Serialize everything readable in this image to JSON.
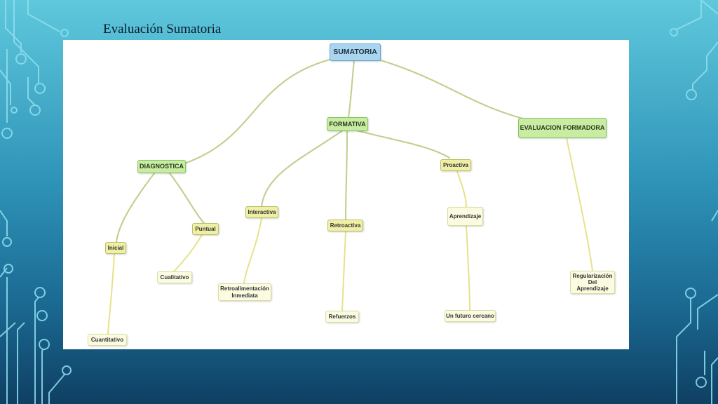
{
  "slide": {
    "title": "Evaluación Sumatoria"
  },
  "colors": {
    "edge": "#c2cf8e",
    "edge_leaf": "#e6e28a",
    "circuit": "#8fe0f0"
  },
  "nodes": {
    "sumatoria": "SUMATORIA",
    "formativa": "FORMATIVA",
    "evaluacion_formadora": "EVALUACION FORMADORA",
    "diagnostica": "DIAGNOSTICA",
    "proactiva": "Proactiva",
    "interactiva": "Interactiva",
    "retroactiva": "Retroactiva",
    "aprendizaje": "Aprendizaje",
    "puntual": "Puntual",
    "inicial": "Inicial",
    "cualitativo": "Cualitativo",
    "retroalimentacion": "Retroalimentación\nInmediata",
    "regularizacion": "Regularización\nDel\nAprendizaje",
    "refuerzos": "Refuerzos",
    "futuro": "Un futuro cercano",
    "cuantitativo": "Cuantitativo"
  }
}
